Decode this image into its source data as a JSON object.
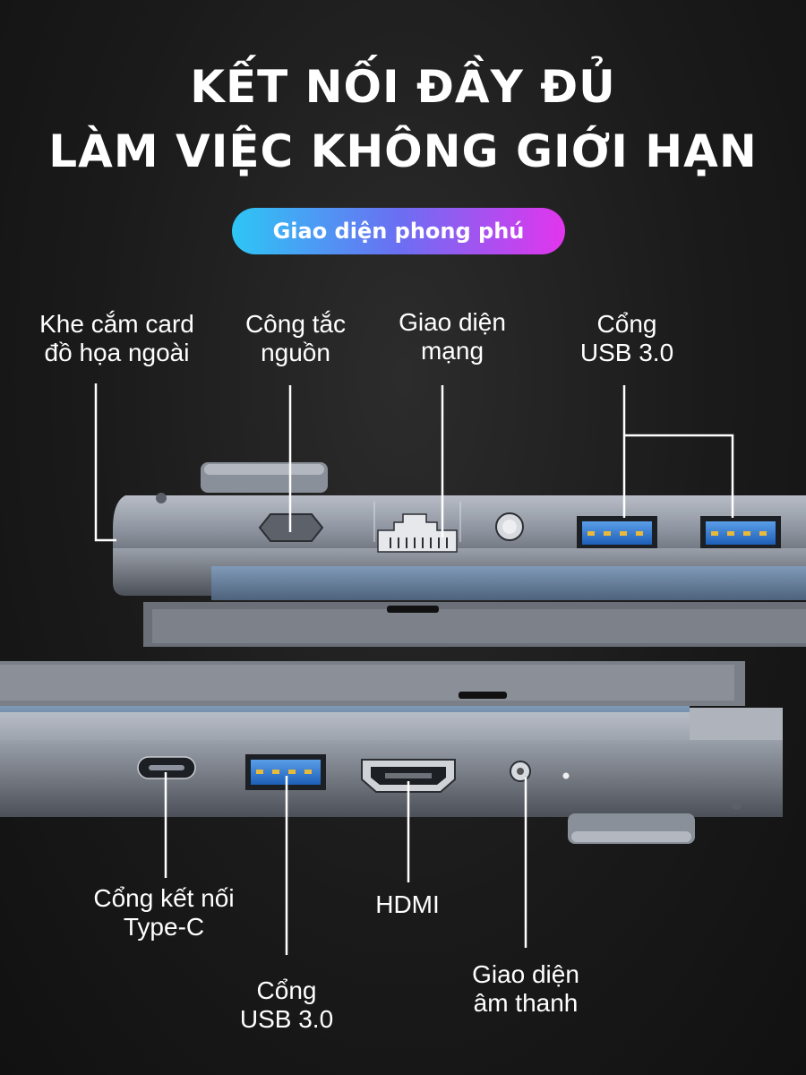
{
  "title": {
    "line1": "KẾT NỐI ĐẦY ĐỦ",
    "line2": "LÀM VIỆC KHÔNG GIỚI HẠN"
  },
  "badge": {
    "text": "Giao diện phong phú",
    "colors": [
      "#2ec6f5",
      "#6a6ff2",
      "#e235ee"
    ]
  },
  "top_ports": [
    {
      "line1": "Khe cắm card",
      "line2": "đồ họa ngoài",
      "icon": "graphics-slot"
    },
    {
      "line1": "Công tắc",
      "line2": "nguồn",
      "icon": "power-switch"
    },
    {
      "line1": "Giao diện",
      "line2": "mạng",
      "icon": "ethernet-port"
    },
    {
      "line1": "Cổng",
      "line2": "USB 3.0",
      "icon": "usb-port"
    }
  ],
  "bottom_ports": [
    {
      "line1": "Cổng kết nối",
      "line2": "Type-C",
      "icon": "usb-c-port"
    },
    {
      "line1": "Cổng",
      "line2": "USB 3.0",
      "icon": "usb-port"
    },
    {
      "line1": "HDMI",
      "line2": "",
      "icon": "hdmi-port"
    },
    {
      "line1": "Giao diện",
      "line2": "âm thanh",
      "icon": "audio-jack"
    }
  ]
}
